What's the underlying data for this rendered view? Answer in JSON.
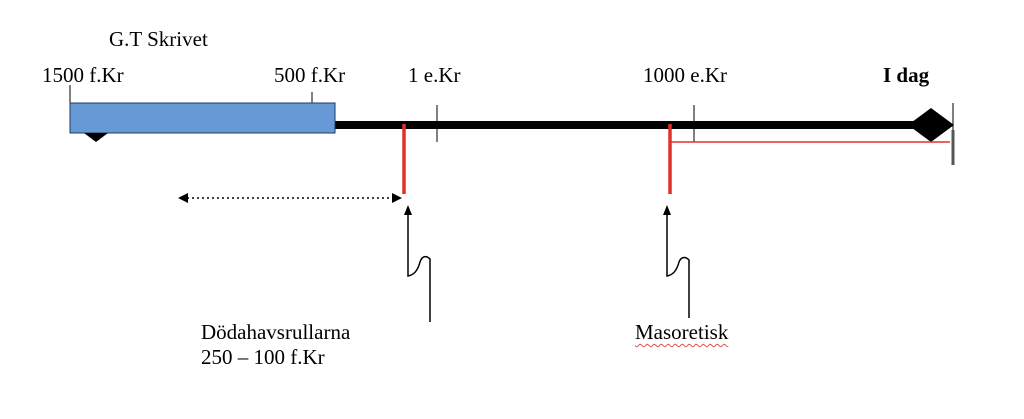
{
  "labels": {
    "ot_written": "G.T Skrivet",
    "year_1500_bc": "1500 f.Kr",
    "year_500_bc": "500 f.Kr",
    "year_1_ad": "1 e.Kr",
    "year_1000_ad": "1000 e.Kr",
    "today": "I dag",
    "dead_sea_scrolls": "Dödahavsrullarna",
    "dead_sea_scrolls_date": "250 – 100 f.Kr",
    "masoretic": "Masoretisk"
  },
  "colors": {
    "timeline": "#000000",
    "written_bar_fill": "#6699d6",
    "written_bar_stroke": "#1f3a63",
    "marker": "#e0312b",
    "transmission_line": "#e0312b",
    "spellcheck_underline": "#d9534f"
  }
}
